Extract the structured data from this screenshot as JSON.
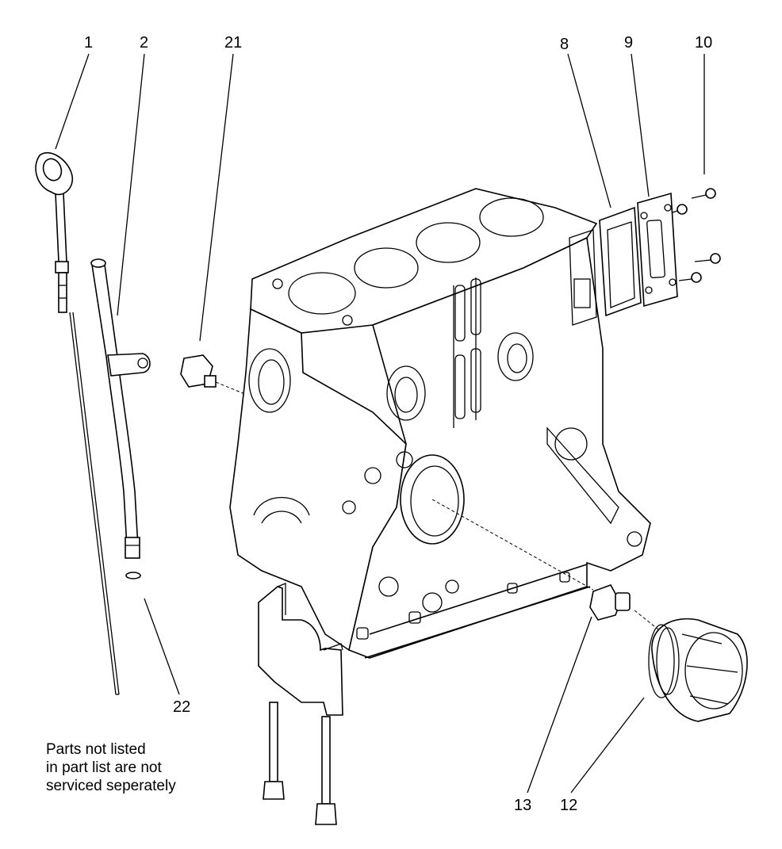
{
  "callouts": {
    "c1": "1",
    "c2": "2",
    "c21": "21",
    "c8": "8",
    "c9": "9",
    "c10": "10",
    "c22": "22",
    "c13": "13",
    "c12": "12"
  },
  "note": {
    "line1": "Parts not listed",
    "line2": "in part list are not",
    "line3": "serviced seperately"
  }
}
